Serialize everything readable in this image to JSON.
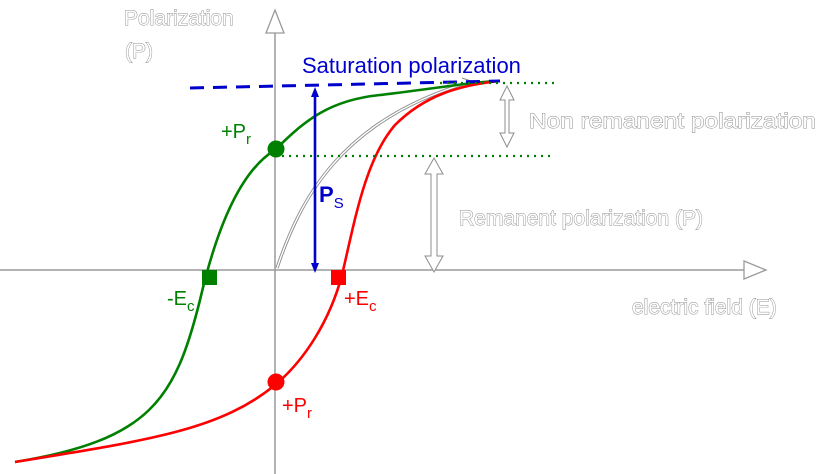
{
  "labels": {
    "y_axis_line1": "Polarization",
    "y_axis_line2": "(P)",
    "x_axis": "electric field (E)",
    "saturation": "Saturation polarization",
    "non_remanent": "Non remanent polarization",
    "remanent": "Remanent polarization (P)",
    "ps_main": "P",
    "ps_sub": "S",
    "pr_plus_main": "+P",
    "pr_plus_sub": "r",
    "pr_lower_main": "+P",
    "pr_lower_sub": "r",
    "ec_neg_main": "-E",
    "ec_neg_sub": "c",
    "ec_pos_main": "+E",
    "ec_pos_sub": "c"
  },
  "colors": {
    "upper_branch": "#008000",
    "lower_branch": "#ff0000",
    "saturation": "#0000cc",
    "axis": "#9a9a9a",
    "outline_text": "#8c8c8c"
  }
}
